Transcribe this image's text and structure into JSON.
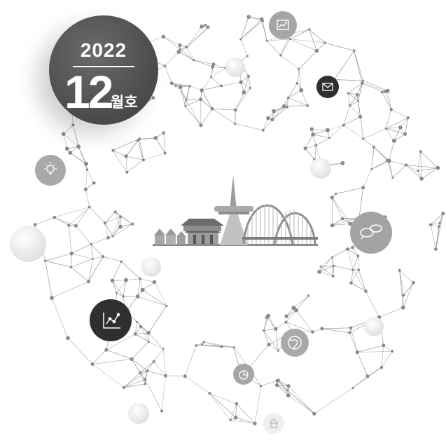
{
  "badge": {
    "year": "2022",
    "month": "12",
    "suffix": "월호"
  },
  "colors": {
    "badge_fill": "#555555",
    "node_light": "#e6e6e6",
    "node_mid": "#a5a5a5",
    "node_dark": "#2f2f2f",
    "line": "#7a7a7a",
    "skyline": "#8f8f8f"
  },
  "icon_nodes": [
    {
      "name": "chart-icon",
      "tone": "mid"
    },
    {
      "name": "mail-icon",
      "tone": "dark"
    },
    {
      "name": "lightbulb-icon",
      "tone": "mid"
    },
    {
      "name": "chat-bubbles-icon",
      "tone": "mid"
    },
    {
      "name": "line-graph-icon",
      "tone": "dark"
    },
    {
      "name": "globe-icon",
      "tone": "mid"
    },
    {
      "name": "pie-chart-icon",
      "tone": "mid"
    },
    {
      "name": "home-icon",
      "tone": "light"
    }
  ]
}
